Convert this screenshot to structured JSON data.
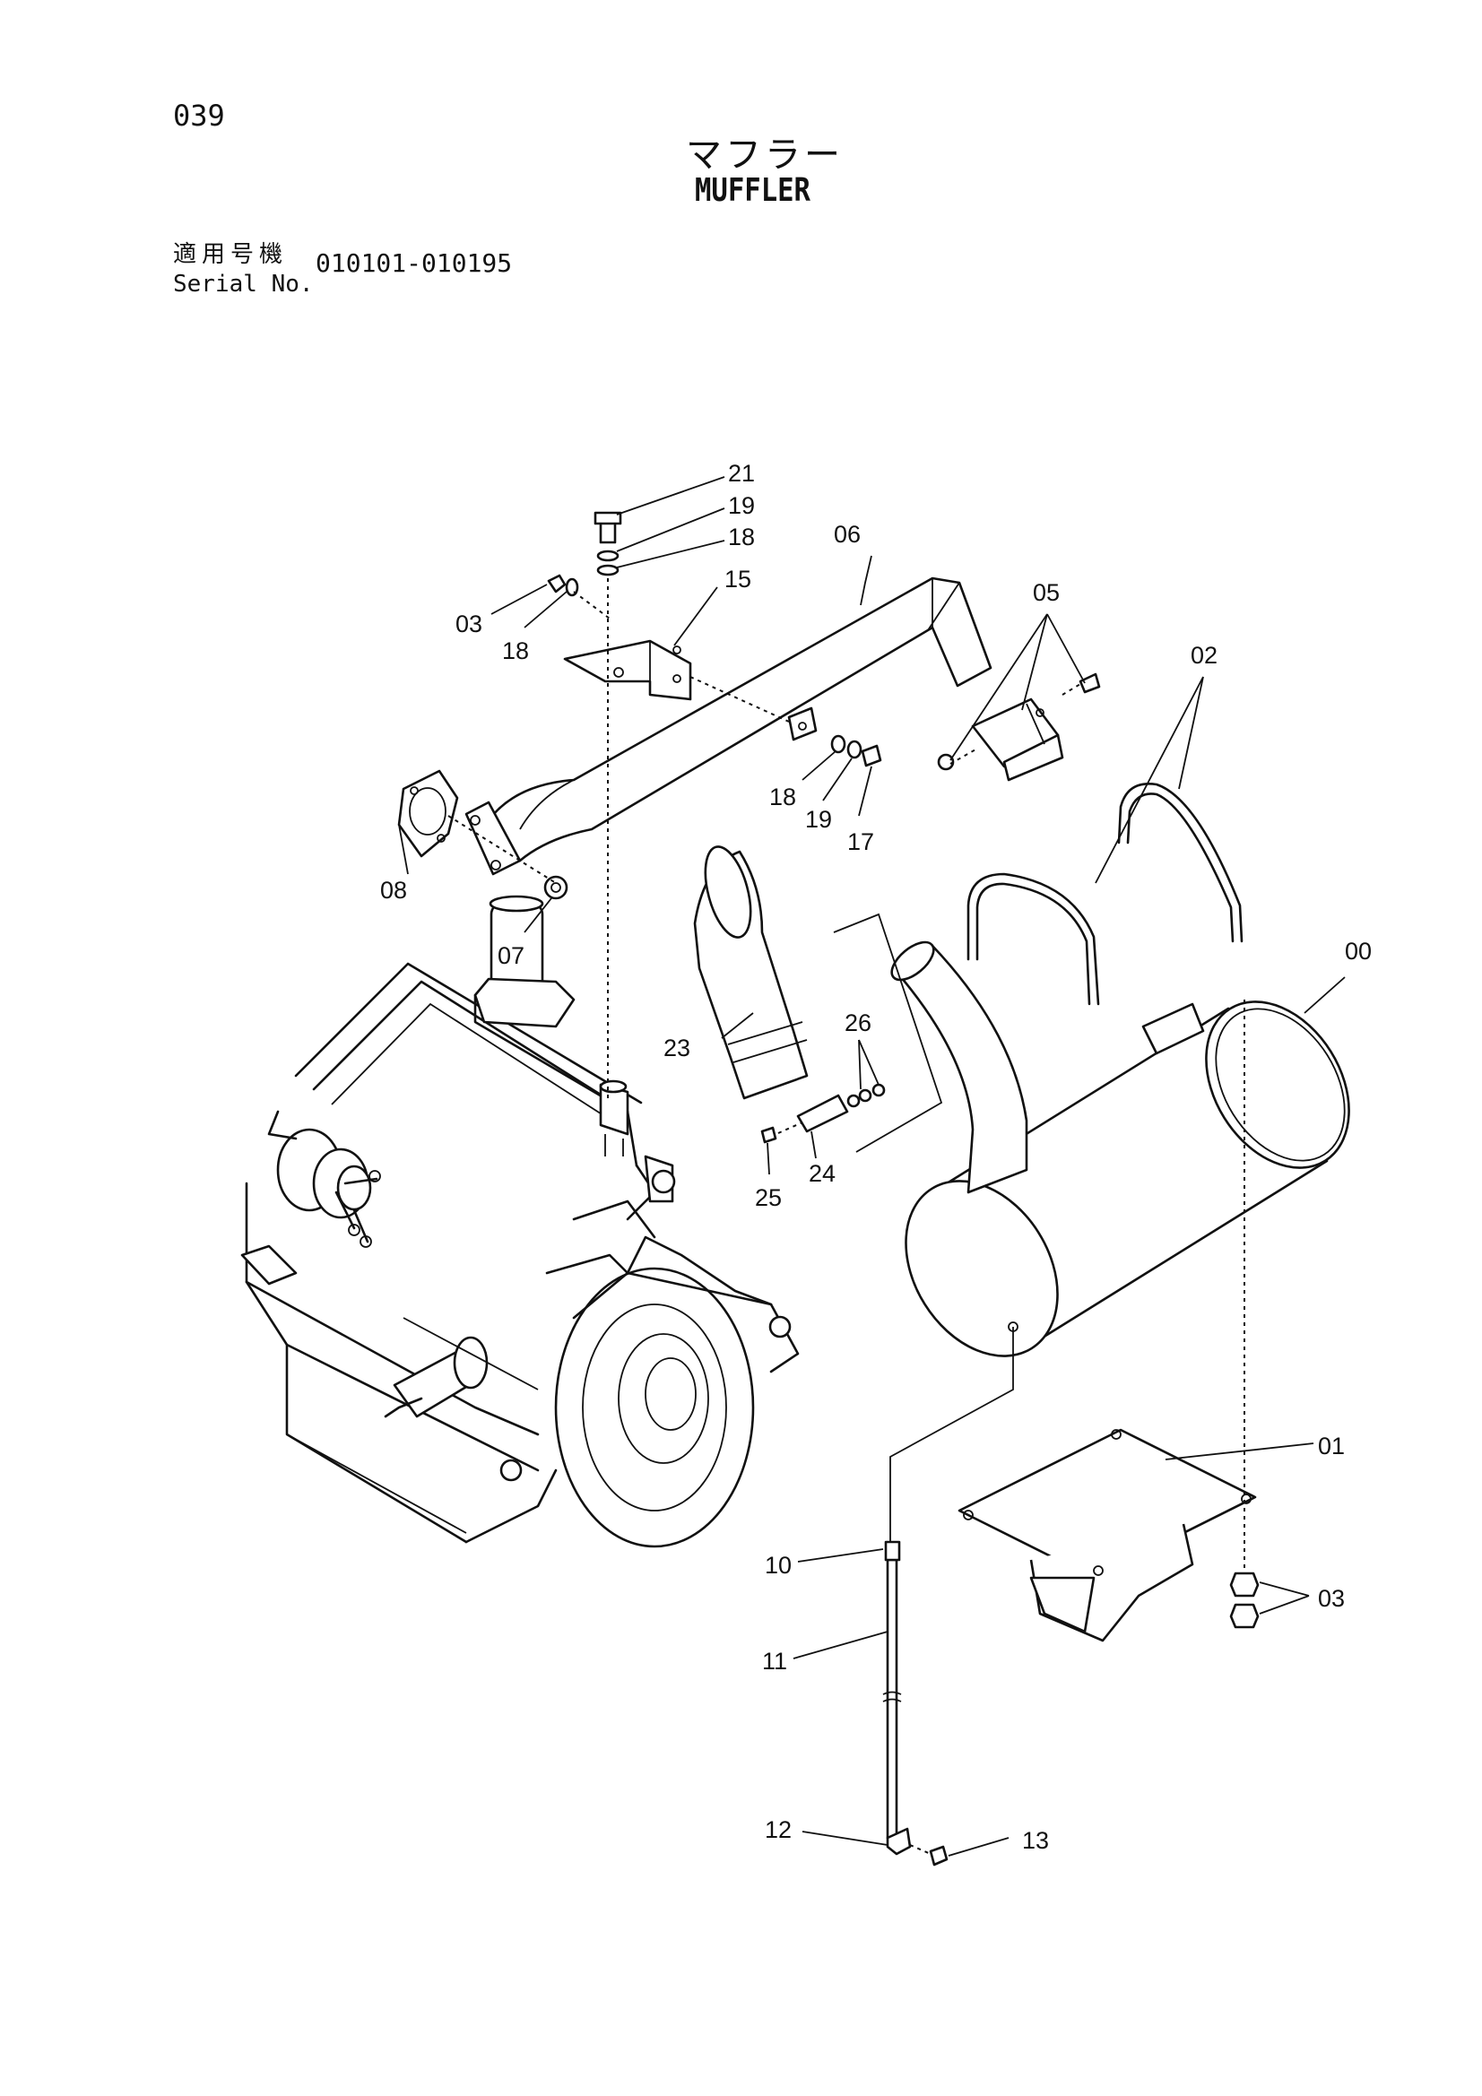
{
  "page": {
    "number": "039",
    "title_ja": "マフラー",
    "title_en": "MUFFLER"
  },
  "serial": {
    "label_ja": "適用号機",
    "label_en": "Serial No.",
    "range": "010101-010195"
  },
  "callouts": {
    "c21": "21",
    "c19a": "19",
    "c18a": "18",
    "c15": "15",
    "c06": "06",
    "c05": "05",
    "c02": "02",
    "c03a": "03",
    "c18b": "18",
    "c18c": "18",
    "c19b": "19",
    "c17": "17",
    "c08": "08",
    "c07": "07",
    "c00": "00",
    "c23": "23",
    "c26": "26",
    "c24": "24",
    "c25": "25",
    "c01": "01",
    "c10": "10",
    "c03b": "03",
    "c11": "11",
    "c12": "12",
    "c13": "13"
  }
}
